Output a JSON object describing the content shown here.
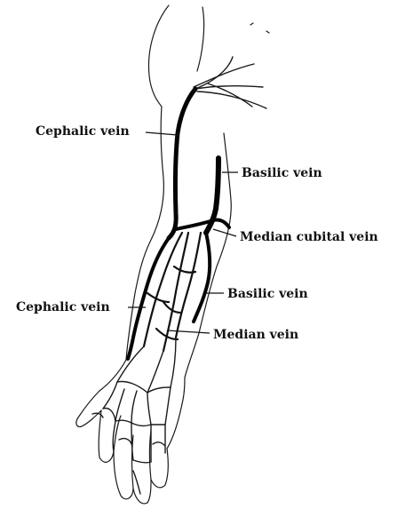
{
  "labels": {
    "cephalic_vein_upper": "Cephalic vein",
    "basilic_vein_upper": "Basilic vein",
    "median_cubital_vein": "Median cubital vein",
    "cephalic_vein_lower": "Cephalic vein",
    "basilic_vein_lower": "Basilic vein",
    "median_vein": "Median vein"
  },
  "colors": {
    "background": "#ffffff",
    "ink": "#111111"
  }
}
